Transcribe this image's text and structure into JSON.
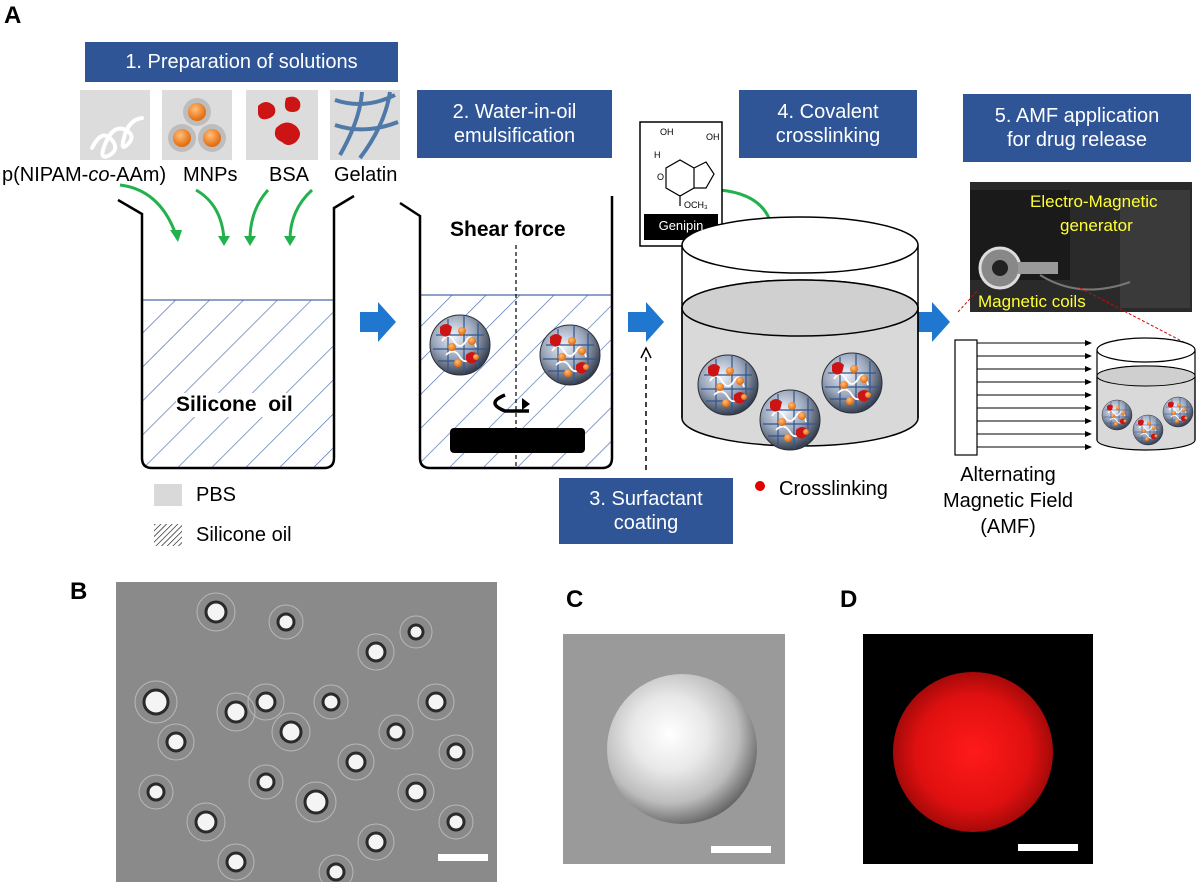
{
  "panels": {
    "a": "A",
    "b": "B",
    "c": "C",
    "d": "D"
  },
  "steps": {
    "s1": "1. Preparation of solutions",
    "s2_l1": "2. Water-in-oil",
    "s2_l2": "emulsification",
    "s3_l1": "3. Surfactant",
    "s3_l2": "coating",
    "s4_l1": "4. Covalent",
    "s4_l2": "crosslinking",
    "s5_l1": "5. AMF application",
    "s5_l2": "for drug release"
  },
  "materials": {
    "polymer_prefix": "p(NIPAM-",
    "polymer_italic": "co",
    "polymer_suffix": "-AAm)",
    "mnps": "MNPs",
    "bsa": "BSA",
    "gelatin": "Gelatin"
  },
  "beaker1_label": "Silicone  oil",
  "beaker2_label": "Shear force",
  "genipin": {
    "label": "Genipin",
    "oh1": "OH",
    "oh2": "OH",
    "h": "H",
    "o": "O",
    "och3": "OCH₃"
  },
  "legend": {
    "pbs": "PBS",
    "silicone_oil": "Silicone oil",
    "crosslinking": "Crosslinking"
  },
  "amf": {
    "generator": "Electro-Magnetic",
    "generator2": "generator",
    "coils": "Magnetic coils",
    "l1": "Alternating",
    "l2": "Magnetic Field",
    "l3": "(AMF)"
  },
  "colors": {
    "step_box": "#2f5597",
    "arrow_blue": "#1f77d0",
    "arrow_green": "#22b14c",
    "oil_hatch": "#4a6aa8",
    "pbs_gray": "#d9d9d9",
    "crosslink_red": "#e00000"
  }
}
